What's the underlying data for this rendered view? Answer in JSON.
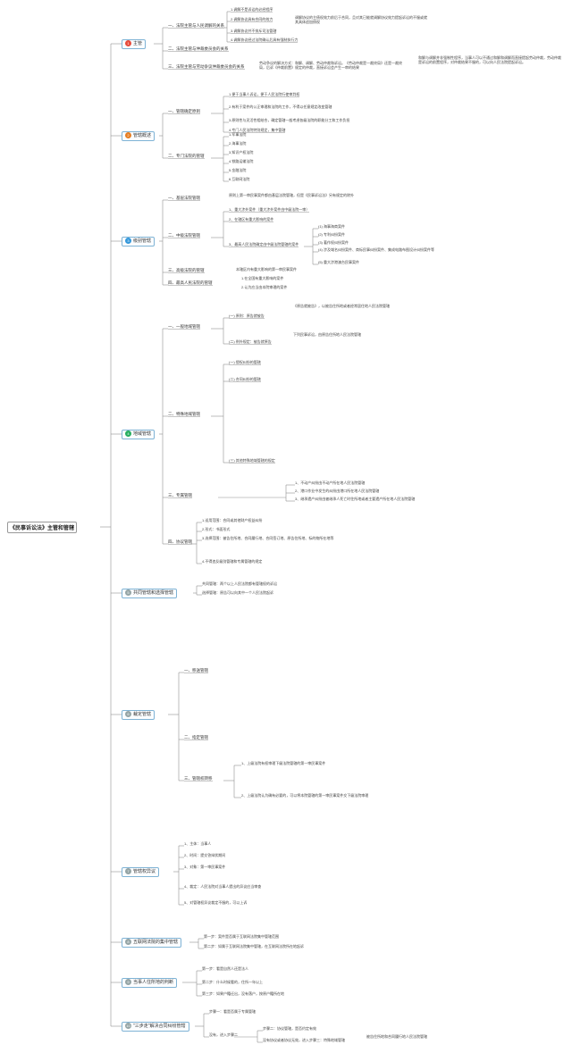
{
  "root": "《民事诉讼法》主管和管辖",
  "colors": {
    "line": "#8f8f8f",
    "branch_border": "#7fb3d5",
    "num_red": "#e74c3c",
    "num_orange": "#e67e22",
    "num_blue": "#3498db",
    "num_green": "#27ae60",
    "num_gray": "#95a5a6"
  },
  "branches": [
    {
      "num": "1",
      "label": "主管"
    },
    {
      "num": "2",
      "label": "管辖概述"
    },
    {
      "num": "3",
      "label": "级别管辖"
    },
    {
      "num": "4",
      "label": "地域管辖"
    },
    {
      "num": "5",
      "label": "共同管辖和选择管辖"
    },
    {
      "num": "6",
      "label": "裁定管辖"
    },
    {
      "num": "7",
      "label": "管辖权异议"
    },
    {
      "num": "8",
      "label": "五联网法院的集中管辖"
    },
    {
      "num": "9",
      "label": "当事人住所地的判断"
    },
    {
      "num": "10",
      "label": "\"三步走\"解决合同纠纷管辖"
    }
  ],
  "zhuguan": {
    "a": "一、法院主管与人民调解的关系",
    "a1": "1.调解不是诉讼的必经程序",
    "a2": "2.调解协议具有合同的效力",
    "a2n": "调解协议的主债权效力前后于合同，且对其已能就调解协议效力提起诉讼的不服或就其具体追加债权",
    "a3": "3.调解协议并不排斥司法管辖",
    "a4": "4.调解协议经过法院确认后具有强制执行力",
    "b": "二、法院主管与仲裁委员会的关系",
    "c": "三、法院主管与劳动争议仲裁委员会的关系",
    "cn": "劳动争议的解决方式：和解、调解、劳动仲裁和诉讼。《劳动仲裁是一裁终局》还是一裁终局，后诉《仲裁前置》规定的仲裁，直接诉讼会产生一审的结果",
    "cnn": "和解与调解并非强制性程序，当事人可以不通过和解和调解而直接提起劳动仲裁，劳动仲裁是诉讼的前置程序，对仲裁结果不服的，可以向人民法院提起诉讼。"
  },
  "gaishu": {
    "a": "一、管辖确定原则",
    "a1": "1.便于当事人诉讼，便于人民法院行使审判权",
    "a2": "2.有利于案件的公正审理和法院的工作，不得以任意规定改变管辖",
    "a3": "3.原则性与灵活性相结合，确定管辖一般考虑各级法院的职能分工和工作负担",
    "a4": "4.专门人民法院特别规定，集中管辖",
    "b": "二、专门法院的管辖",
    "b1": "1.军事法院",
    "b2": "2.海事法院",
    "b3": "3.知识产权法院",
    "b4": "4.铁路运输法院",
    "b5": "5.金融法院",
    "b6": "6.互联网法院"
  },
  "jibie": {
    "a": "一、基层法院管辖",
    "an": "原则上第一审民事案件都由基层法院管辖，但是《民事诉讼法》另有规定的除外",
    "b": "二、中级法院管辖",
    "b1": "1、重大涉外案件（重大涉外案件由中级法院一审）",
    "b2": "2、在辖区有重大影响的案件",
    "b3": "3、最高人民法院确定由中级法院管辖的案件",
    "b3a": "(1) 海事海商案件",
    "b3b": "(2) 专利纠纷案件",
    "b3c": "(3) 著作权纠纷案件",
    "b3d": "(4) 涉及域名纠纷案件、商标民事纠纷案件、集成电路布图设计纠纷案件等",
    "b3e": "(5) 重大涉港澳台民事案件",
    "c": "三、高级法院的管辖",
    "cn": "本辖区内有重大影响的第一审民事案件",
    "d": "四、最高人民法院的管辖",
    "d1": "1.在全国有重大影响的案件",
    "d2": "2.认为应当由本院审理的案件"
  },
  "diyu": {
    "a": "一、一般地域管辖",
    "a1": "(一) 原则：原告就被告",
    "a1n": "《原告就被告》，以被告住所地或者经常居住地人民法院管辖",
    "a2": "(二) 例外规定：被告就原告",
    "a2n": "下列民事诉讼，由原告住所地人民法院管辖",
    "b": "二、特殊地域管辖",
    "b1": "(一) 侵权纠纷的管辖",
    "b2": "(二) 合同纠纷的管辖",
    "b3": "(三) 其他特殊地域管辖的规定",
    "c": "三、专属管辖",
    "c1": "1、不动产纠纷由不动产所在地人民法院管辖",
    "c2": "2、港口作业中发生的纠纷由港口所在地人民法院管辖",
    "c3": "3、继承遗产纠纷由被继承人死亡时住所地或者主要遗产所在地人民法院管辖",
    "d": "四、协议管辖",
    "d1": "1.适用范围：合同或其他财产权益纠纷",
    "d2": "2.形式：书面形式",
    "d3": "3.选择范围：被告住所地、合同履行地、合同签订地、原告住所地、标的物所在地等",
    "d4": "4.不得违反级别管辖和专属管辖的规定"
  },
  "gongtong": {
    "a": "共同管辖：两个以上人民法院都有管辖权的诉讼",
    "b": "选择管辖：原告可以向其中一个人民法院起诉"
  },
  "caiding": {
    "a": "一、移送管辖",
    "b": "二、指定管辖",
    "c": "三、管辖权转移",
    "c1": "1、上级法院有权审理下级法院管辖的第一审民事案件",
    "c2": "2、上级法院认为确有必要的，可以将本院管辖的第一审民事案件交下级法院审理"
  },
  "yiyi": {
    "a": "1、主体：当事人",
    "b": "2、时间：提交答辩状期间",
    "c": "3、对象：第一审民事案件",
    "d": "4、裁定：人民法院对当事人提出的异议应当审查",
    "e": "5、对管辖权异议裁定不服的，可以上诉"
  },
  "hulianwang": {
    "a": "第一步：案件是否属于互联网法院集中管辖范围",
    "b": "第二步：如属于互联网法院集中管辖，在互联网法院所在地起诉"
  },
  "zhusuo": {
    "a": "第一步：看是自然人还是法人",
    "b": "第二步：什么时候看的，住所一年以上",
    "c": "第三步：如果户籍迁出，没有落户，按原户籍所在地"
  },
  "sanbu": {
    "a": "步骤一：看是否属于专属管辖",
    "b": "没有，进入步骤二",
    "b1": "步骤二：协议管辖，是否约定有效",
    "b2": "没有协议或者协议无效，进入步骤三：特殊地域管辖",
    "b3": "被告住所地和合同履行地人民法院管辖"
  }
}
